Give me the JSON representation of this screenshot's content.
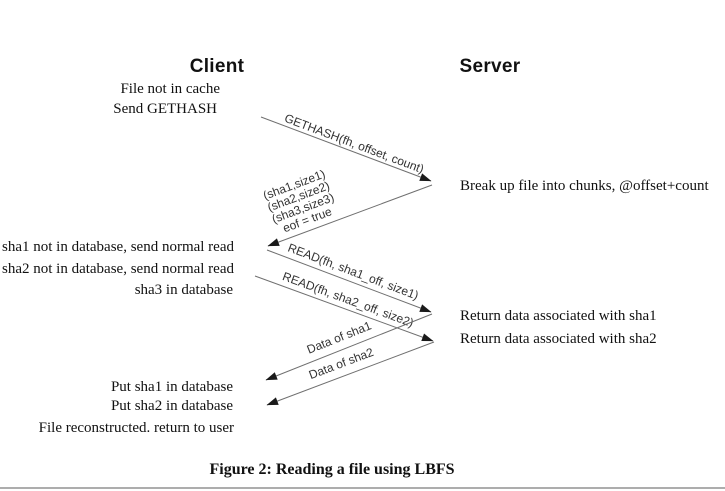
{
  "client": {
    "title": "Client",
    "note_file_not_in_cache": "File not in cache",
    "note_send_gethash": "Send GETHASH",
    "note_sha1": "sha1 not in database, send normal read",
    "note_sha2": "sha2 not in database, send normal read",
    "note_sha3": "sha3 in database",
    "note_put_sha1": "Put sha1 in database",
    "note_put_sha2": "Put sha2 in database",
    "note_reconstructed": "File reconstructed. return to user"
  },
  "server": {
    "title": "Server",
    "note_break_up": "Break up file into chunks, @offset+count",
    "note_return_sha1": "Return data associated with sha1",
    "note_return_sha2": "Return data associated with sha2"
  },
  "messages": {
    "gethash": "GETHASH(fh, offset, count)",
    "hash_reply": [
      "(sha1,size1)",
      "(sha2,size2)",
      "(sha3,size3)",
      "eof = true"
    ],
    "read_sha1": "READ(fh, sha1_off, size1)",
    "read_sha2": "READ(fh, sha2_off, size2)",
    "data_sha1": "Data of sha1",
    "data_sha2": "Data of sha2"
  },
  "caption": "Figure 2: Reading a file using LBFS",
  "colors": {
    "line": "#6f6f6f",
    "arrowhead": "#1a1a1a",
    "text": "#111111"
  }
}
